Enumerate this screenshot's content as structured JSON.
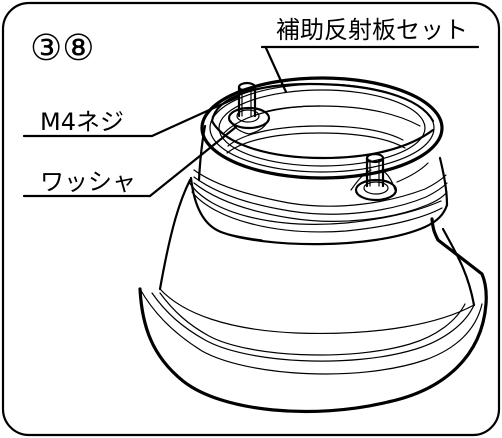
{
  "diagram": {
    "step_number": "③⑧",
    "labels": {
      "reflector_set": "補助反射板セット",
      "screw": "M4ネジ",
      "washer": "ワッシャ"
    }
  }
}
